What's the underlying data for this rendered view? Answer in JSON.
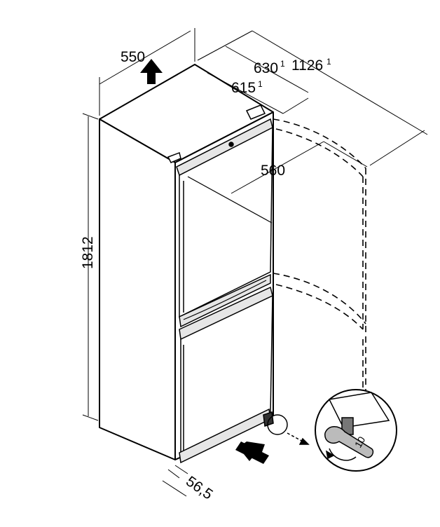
{
  "dimensions": {
    "width": "550",
    "depth_door_open": "630",
    "depth_door_open_note": "1",
    "depth_total": "1126",
    "depth_total_note": "1",
    "depth_body": "615",
    "depth_body_note": "1",
    "door_opening": "560",
    "height": "1812",
    "base_offset": "56,5",
    "wrench_size": "10"
  }
}
